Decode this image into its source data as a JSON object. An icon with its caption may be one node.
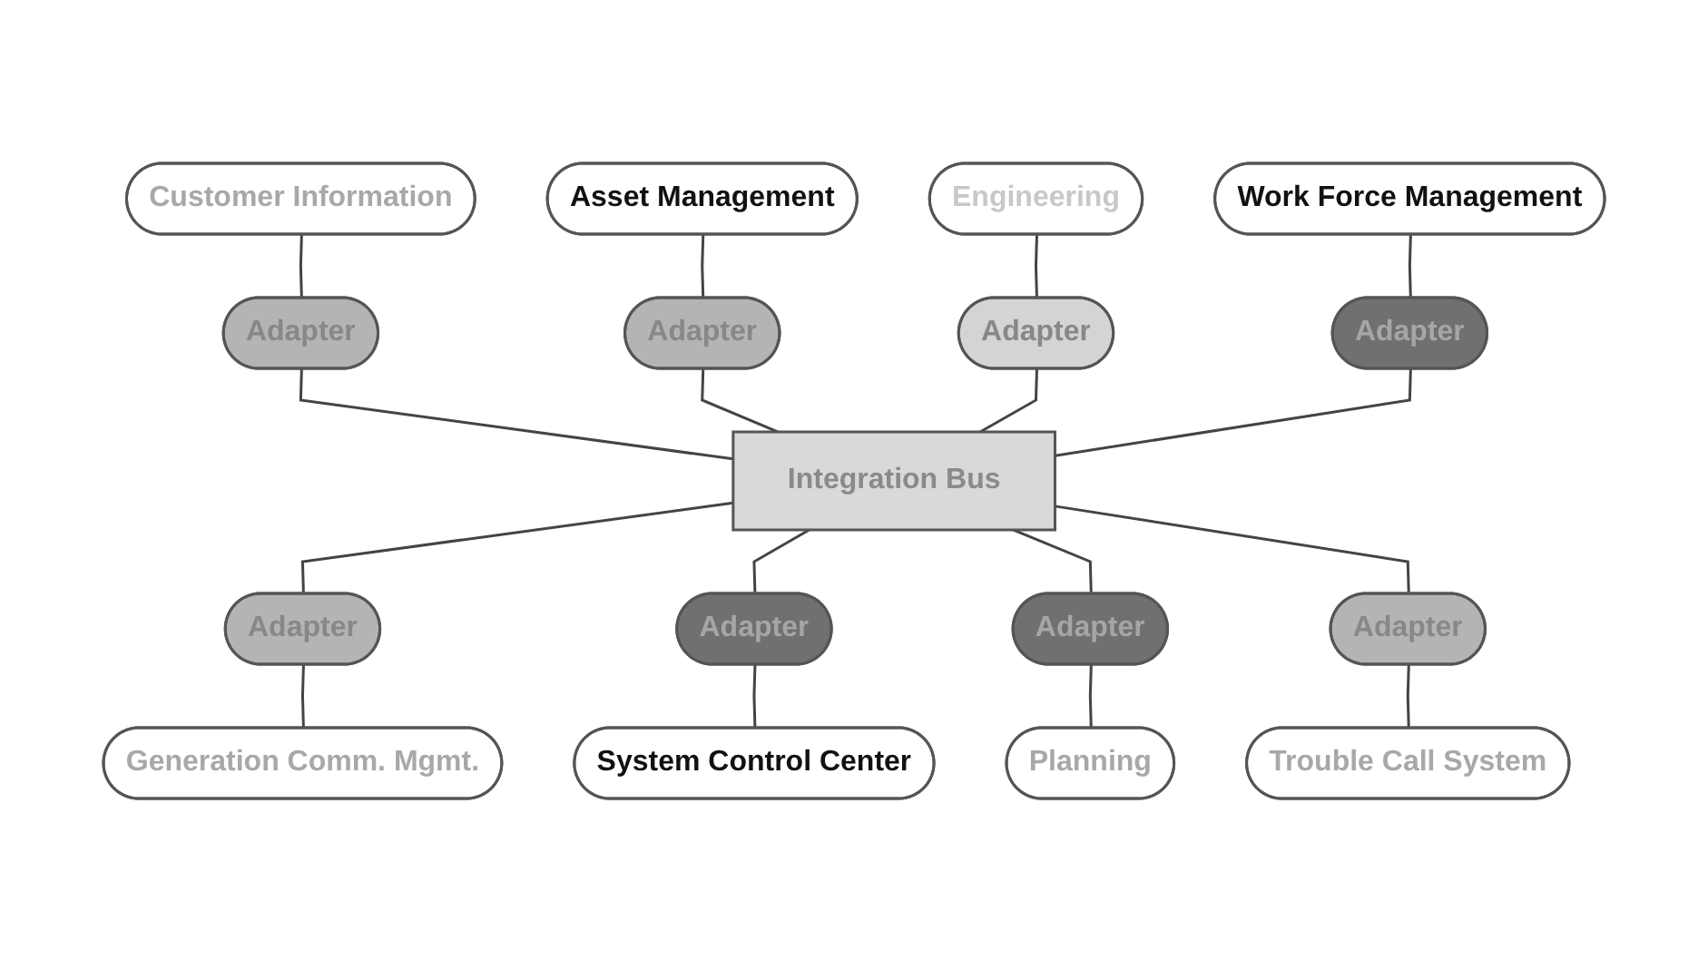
{
  "diagram": {
    "nodes": [
      {
        "text": [
          "Customer Information"
        ]
      },
      {
        "text": [
          "Asset Management"
        ]
      },
      {
        "text": [
          "Engineering"
        ]
      },
      {
        "text": [
          "Work Force Management"
        ]
      },
      {
        "text": [
          "Adapter"
        ]
      },
      {
        "text": [
          "Adapter"
        ]
      },
      {
        "text": [
          "Adapter"
        ]
      },
      {
        "text": [
          "Adapter"
        ]
      },
      {
        "text": [
          "Integration Bus"
        ]
      },
      {
        "text": [
          "Adapter"
        ]
      },
      {
        "text": [
          "Adapter"
        ]
      },
      {
        "text": [
          "Adapter"
        ]
      },
      {
        "text": [
          "Adapter"
        ]
      },
      {
        "text": [
          "Generation Comm. Mgmt."
        ]
      },
      {
        "text": [
          "System Control Center"
        ]
      },
      {
        "text": [
          "Planning"
        ]
      },
      {
        "text": [
          "Trouble Call System"
        ]
      }
    ],
    "edges": [
      {
        "from": 0,
        "to": 4,
        "arrow": "none"
      },
      {
        "from": 1,
        "to": 5,
        "arrow": "none"
      },
      {
        "from": 2,
        "to": 6,
        "arrow": "none"
      },
      {
        "from": 3,
        "to": 7,
        "arrow": "none"
      },
      {
        "from": 4,
        "to": 8,
        "arrow": "none"
      },
      {
        "from": 5,
        "to": 8,
        "arrow": "none"
      },
      {
        "from": 6,
        "to": 8,
        "arrow": "none"
      },
      {
        "from": 7,
        "to": 8,
        "arrow": "none"
      },
      {
        "from": 8,
        "to": 9,
        "arrow": "none"
      },
      {
        "from": 8,
        "to": 10,
        "arrow": "none"
      },
      {
        "from": 8,
        "to": 11,
        "arrow": "none"
      },
      {
        "from": 8,
        "to": 12,
        "arrow": "none"
      },
      {
        "from": 9,
        "to": 13,
        "arrow": "none"
      },
      {
        "from": 10,
        "to": 14,
        "arrow": "none"
      },
      {
        "from": 11,
        "to": 15,
        "arrow": "none"
      },
      {
        "from": 12,
        "to": 16,
        "arrow": "none"
      }
    ]
  }
}
